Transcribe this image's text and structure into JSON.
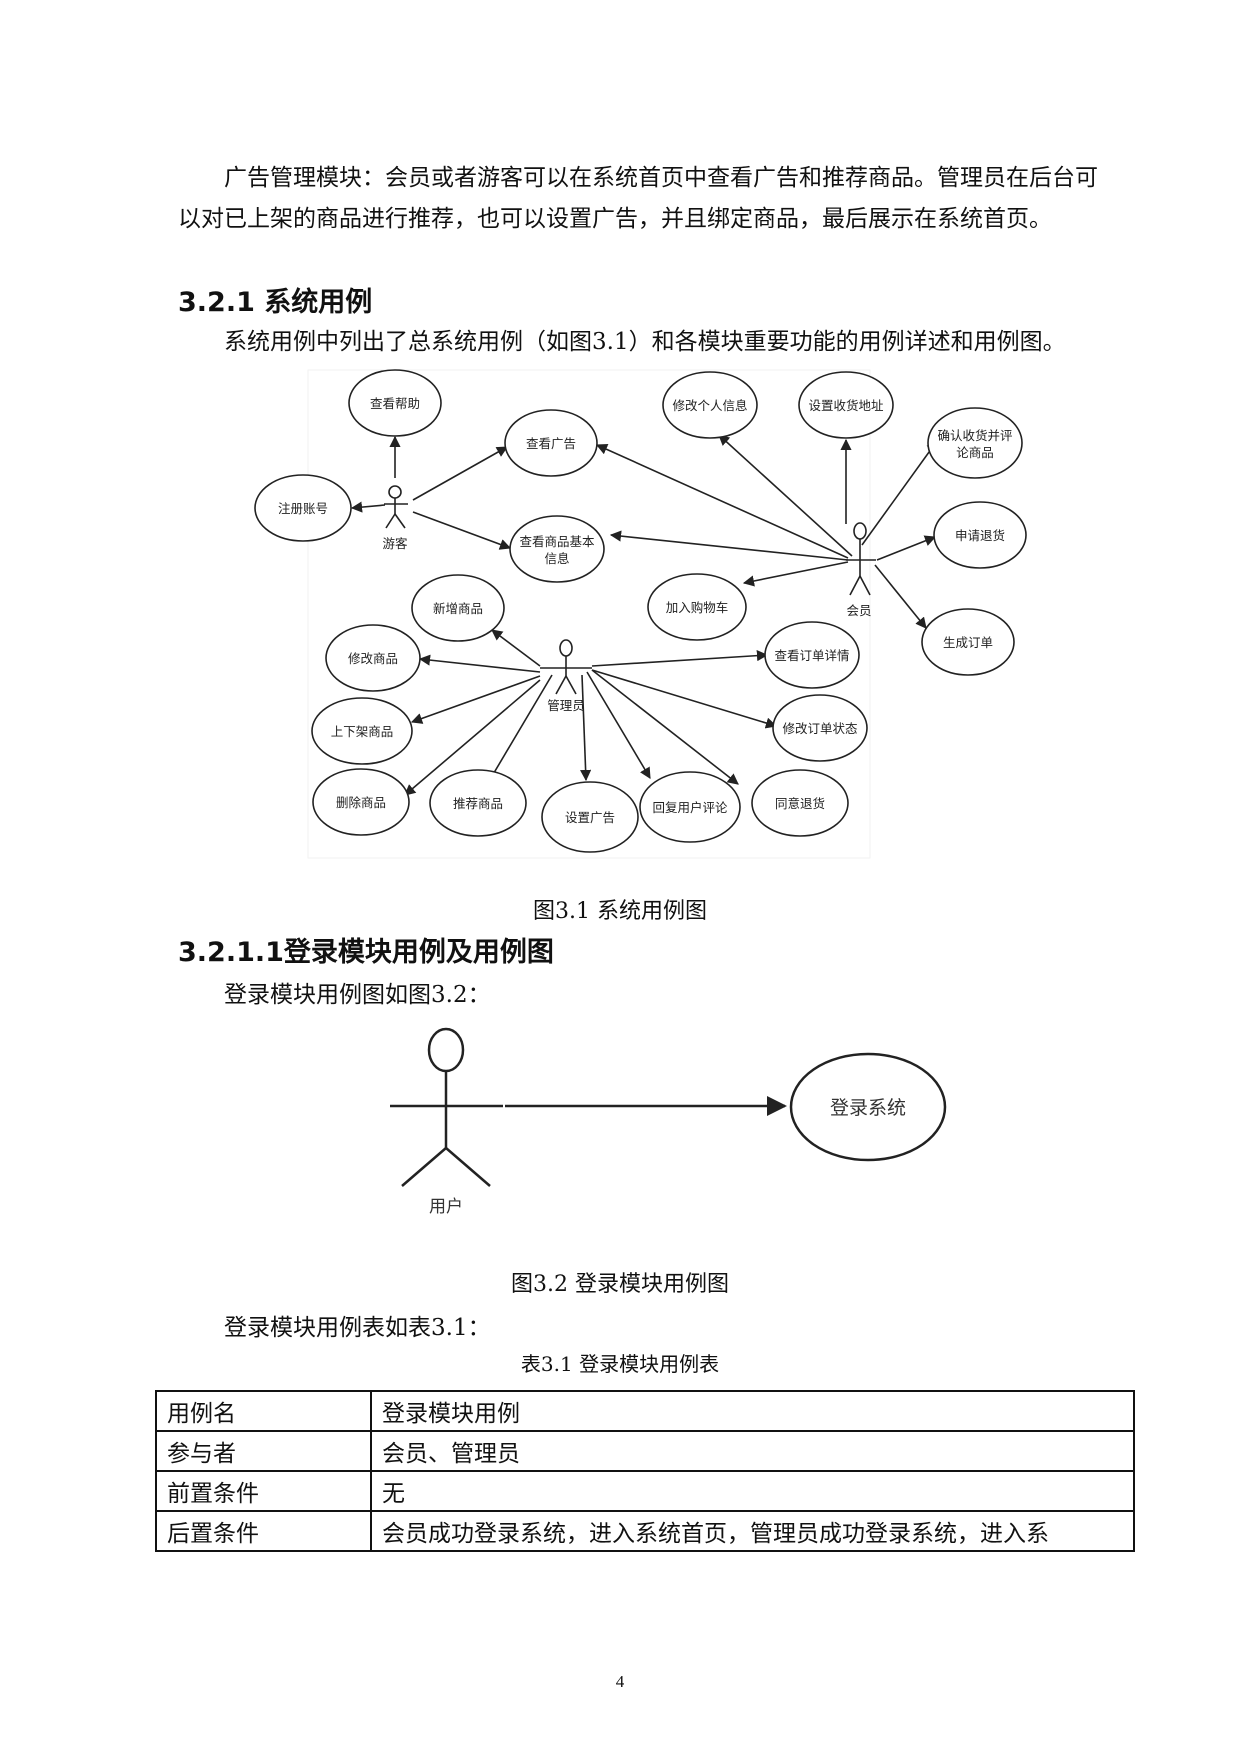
{
  "intro_paragraph": "广告管理模块：会员或者游客可以在系统首页中查看广告和推荐商品。管理员在后台可以对已上架的商品进行推荐，也可以设置广告，并且绑定商品，最后展示在系统首页。",
  "section_heading": "3.2.1 系统用例",
  "section_text": "系统用例中列出了总系统用例（如图3.1）和各模块重要功能的用例详述和用例图。",
  "figure1": {
    "caption": "图3.1 系统用例图",
    "actors": {
      "visitor": "游客",
      "member": "会员",
      "admin": "管理员"
    },
    "use_cases": {
      "view_help": "查看帮助",
      "view_ads": "查看广告",
      "register": "注册账号",
      "view_goods_info": [
        "查看商品基本",
        "信息"
      ],
      "edit_profile": "修改个人信息",
      "set_address": "设置收货地址",
      "confirm_review": [
        "确认收货并评",
        "论商品"
      ],
      "apply_return": "申请退货",
      "add_cart": "加入购物车",
      "create_order": "生成订单",
      "add_goods": "新增商品",
      "edit_goods": "修改商品",
      "shelf_goods": "上下架商品",
      "delete_goods": "删除商品",
      "recommend_goods": "推荐商品",
      "set_ads": "设置广告",
      "reply_comments": "回复用户评论",
      "approve_return": "同意退货",
      "order_detail": "查看订单详情",
      "order_status": "修改订单状态"
    }
  },
  "subsection_heading": "3.2.1.1登录模块用例及用例图",
  "subsection_text": "登录模块用例图如图3.2：",
  "figure2": {
    "caption": "图3.2 登录模块用例图",
    "actor": "用户",
    "use_case": "登录系统"
  },
  "table_intro": "登录模块用例表如表3.1：",
  "table_caption": "表3.1 登录模块用例表",
  "table": [
    {
      "key": "用例名",
      "value": "登录模块用例"
    },
    {
      "key": "参与者",
      "value": "会员、管理员"
    },
    {
      "key": "前置条件",
      "value": "无"
    },
    {
      "key": "后置条件",
      "value": "会员成功登录系统，进入系统首页，管理员成功登录系统，进入系"
    }
  ],
  "page_number": "4"
}
